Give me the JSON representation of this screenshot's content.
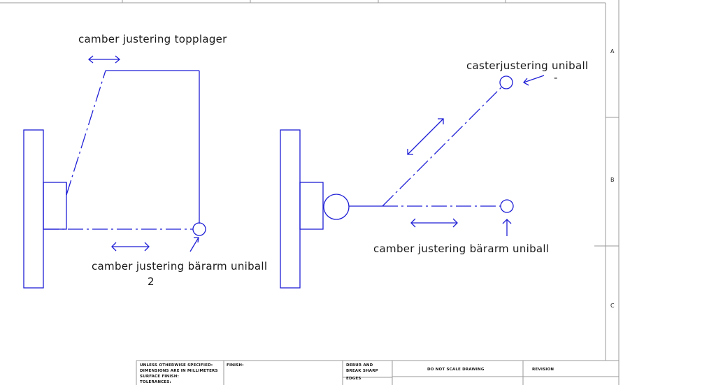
{
  "labels": {
    "camber_top": "camber justering  topplager",
    "camber_lower_left": "camber justering  bärarm  uniball",
    "camber_lower_left_num": "2",
    "caster": "casterjustering  uniball",
    "caster_mark": "-",
    "camber_lower_right": "camber justering  bärarm  uniball"
  },
  "zones": [
    "A",
    "B",
    "C"
  ],
  "title_block": {
    "notes": [
      "UNLESS OTHERWISE SPECIFIED:",
      "DIMENSIONS ARE IN MILLIMETERS",
      "SURFACE FINISH:",
      "TOLERANCES:"
    ],
    "finish": "FINISH:",
    "deburr": [
      "DEBUR AND",
      "BREAK SHARP",
      "EDGES"
    ],
    "scale_note": "DO NOT SCALE DRAWING",
    "revision": "REVISION"
  },
  "colors": {
    "linework": "#1f1fd6",
    "frame": "#9a9a9a",
    "text": "#1a1a1a"
  }
}
